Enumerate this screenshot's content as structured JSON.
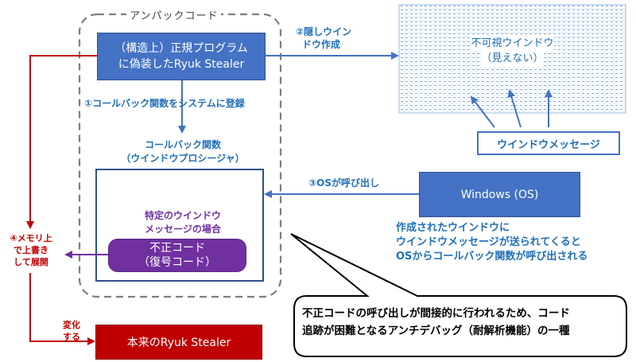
{
  "unpack_label": "アンパックコード",
  "main_program": {
    "line1": "（構造上）正規プログラム",
    "line2": "に偽装したRyuk Stealer"
  },
  "step1": "①コールバック関数をシステムに登録",
  "step2": {
    "line1": "②隠しウイン",
    "line2": "ドウ作成"
  },
  "invisible_window": {
    "line1": "不可視ウインドウ",
    "line2": "（見えない）"
  },
  "window_message": "ウインドウメッセージ",
  "callback_title": {
    "line1": "コールバック関数",
    "line2": "（ウインドウプロシージャ）"
  },
  "step3": "③OSが呼び出し",
  "windows_os": "Windows (OS)",
  "os_note": {
    "line1": "作成されたウインドウに",
    "line2": "ウインドウメッセージが送られてくると",
    "line3": "OSからコールバック関数が呼び出される"
  },
  "specific_case": {
    "line1": "特定のウインドウ",
    "line2": "メッセージの場合"
  },
  "malicious_code": {
    "line1": "不正コード",
    "line2": "（復号コード）"
  },
  "step4": {
    "line1": "④メモリ上",
    "line2": "で上書き",
    "line3": "して展開"
  },
  "change": {
    "line1": "変化",
    "line2": "する"
  },
  "real_stealer": "本来のRyuk Stealer",
  "callout": {
    "line1": "不正コードの呼び出しが間接的に行われるため、コード",
    "line2": "追跡が困難となるアンチデバッグ（耐解析機能）の一種"
  },
  "colors": {
    "blue_box": "#4472c4",
    "accent_text": "#1f6fb8",
    "dark_red": "#c00000",
    "purple": "#7030a0",
    "navy": "#2f4f8f",
    "dashed_border": "#7f7f7f"
  }
}
